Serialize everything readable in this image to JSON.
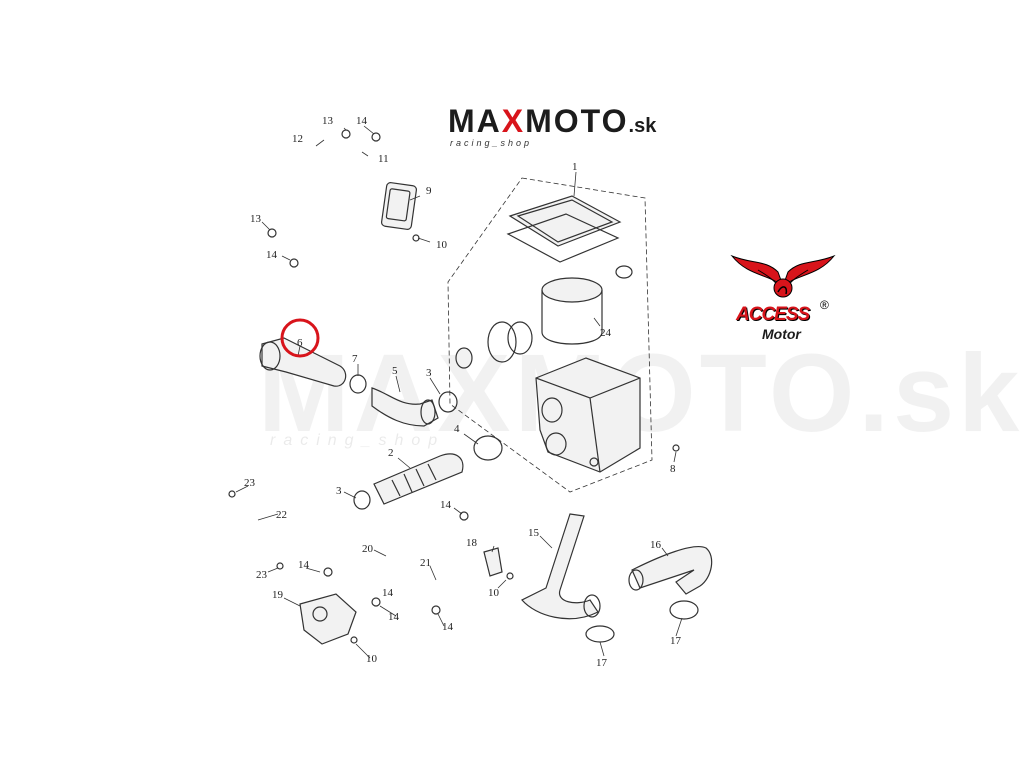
{
  "brand": {
    "name_pre": "MA",
    "name_x": "X",
    "name_post": "MOTO",
    "name_tld": ".sk",
    "tagline": "racing_shop",
    "accent_color": "#d8141b"
  },
  "manufacturer_logo": {
    "word": "ACCESS",
    "sub": "Motor",
    "registered_mark": "®",
    "color": "#d8141b"
  },
  "watermark": {
    "text": "MAXMOTO.sk",
    "tagline": "racing_shop"
  },
  "highlight": {
    "label": "6",
    "ring_color": "#d8141b"
  },
  "callouts": [
    {
      "id": "c1",
      "label": "1"
    },
    {
      "id": "c2",
      "label": "2"
    },
    {
      "id": "c3a",
      "label": "3"
    },
    {
      "id": "c3b",
      "label": "3"
    },
    {
      "id": "c4",
      "label": "4"
    },
    {
      "id": "c5",
      "label": "5"
    },
    {
      "id": "c7",
      "label": "7"
    },
    {
      "id": "c8",
      "label": "8"
    },
    {
      "id": "c9",
      "label": "9"
    },
    {
      "id": "c10a",
      "label": "10"
    },
    {
      "id": "c10b",
      "label": "10"
    },
    {
      "id": "c10c",
      "label": "10"
    },
    {
      "id": "c11",
      "label": "11"
    },
    {
      "id": "c12",
      "label": "12"
    },
    {
      "id": "c13a",
      "label": "13"
    },
    {
      "id": "c13b",
      "label": "13"
    },
    {
      "id": "c14a",
      "label": "14"
    },
    {
      "id": "c14b",
      "label": "14"
    },
    {
      "id": "c14c",
      "label": "14"
    },
    {
      "id": "c14d",
      "label": "14"
    },
    {
      "id": "c14e",
      "label": "14"
    },
    {
      "id": "c14f",
      "label": "14"
    },
    {
      "id": "c14g",
      "label": "14"
    },
    {
      "id": "c15",
      "label": "15"
    },
    {
      "id": "c16",
      "label": "16"
    },
    {
      "id": "c17a",
      "label": "17"
    },
    {
      "id": "c17b",
      "label": "17"
    },
    {
      "id": "c18",
      "label": "18"
    },
    {
      "id": "c19",
      "label": "19"
    },
    {
      "id": "c20",
      "label": "20"
    },
    {
      "id": "c21",
      "label": "21"
    },
    {
      "id": "c22",
      "label": "22"
    },
    {
      "id": "c23a",
      "label": "23"
    },
    {
      "id": "c23b",
      "label": "23"
    },
    {
      "id": "c24",
      "label": "24"
    }
  ]
}
